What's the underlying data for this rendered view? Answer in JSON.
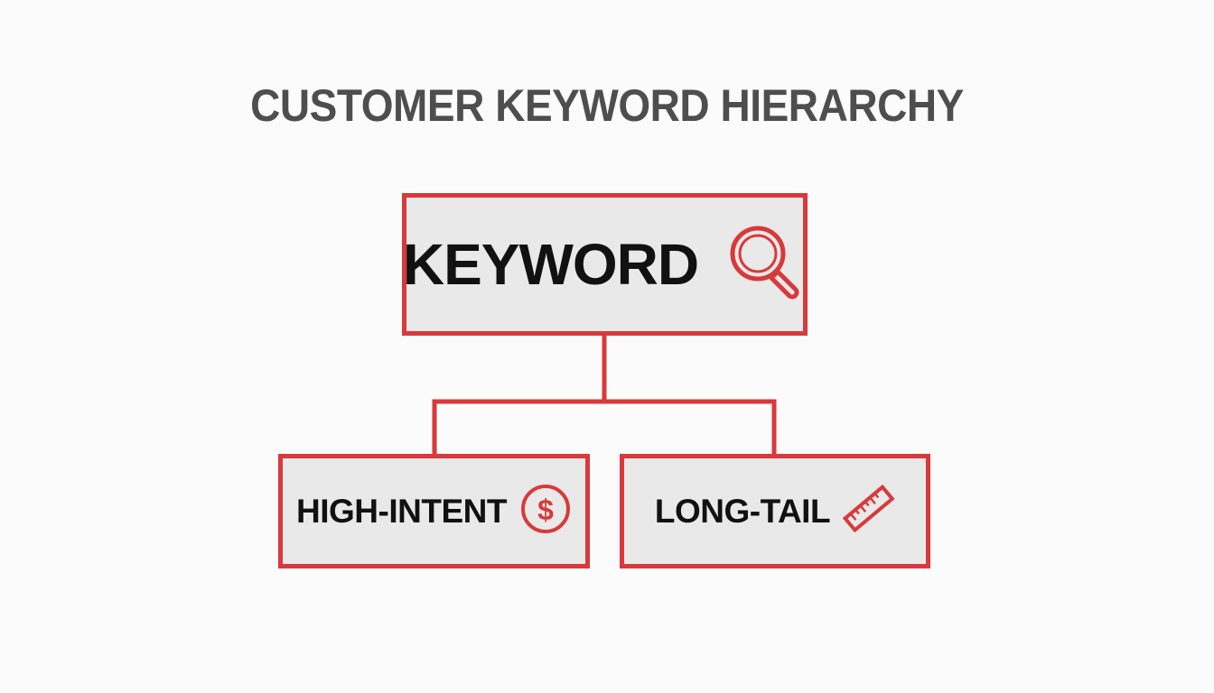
{
  "diagram": {
    "title": "CUSTOMER KEYWORD HIERARCHY",
    "accent_color": "#d8393b",
    "root": {
      "label": "KEYWORD",
      "icon": "magnifier-icon"
    },
    "children": [
      {
        "label": "HIGH-INTENT",
        "icon": "dollar-icon"
      },
      {
        "label": "LONG-TAIL",
        "icon": "ruler-icon"
      }
    ]
  }
}
